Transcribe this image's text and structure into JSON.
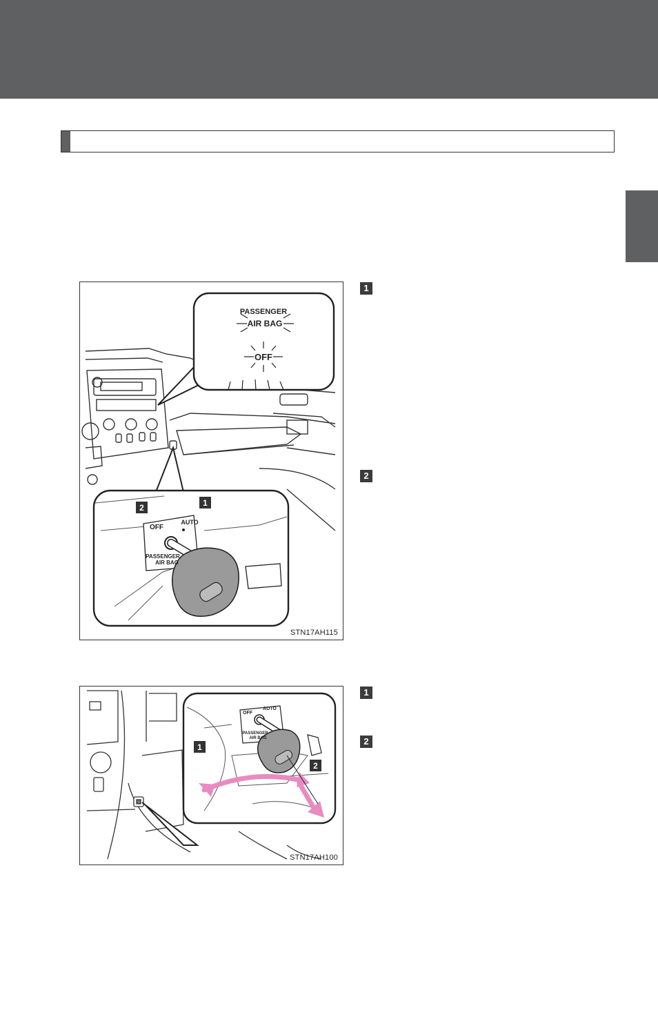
{
  "step_badges": {
    "fig1_step1": "1",
    "fig1_step2": "2",
    "fig2_step1": "1",
    "fig2_step2": "2"
  },
  "figure1": {
    "code": "STN17AH115",
    "indicator_line1": "PASSENGER",
    "indicator_line2": "AIR BAG",
    "indicator_line3": "OFF",
    "switch_off": "OFF",
    "switch_auto": "AUTO",
    "switch_label1": "PASSENGER",
    "switch_label2": "AIR BAG",
    "callout_1": "1",
    "callout_2": "2"
  },
  "figure2": {
    "code": "STN17AH100",
    "switch_off": "OFF",
    "switch_auto": "AUTO",
    "switch_label1": "PASSENGER",
    "switch_label2": "AIR BAG",
    "callout_1": "1",
    "callout_2": "2"
  },
  "colors": {
    "band": "#5f6062",
    "arrow": "#e88bc0",
    "key": "#9a9a9a"
  }
}
